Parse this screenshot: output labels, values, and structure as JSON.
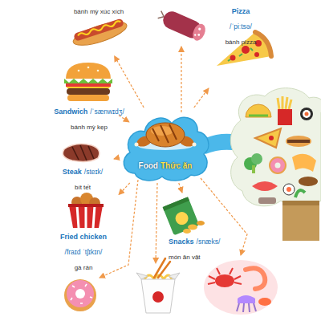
{
  "diagram": {
    "nodes": [
      {
        "text": [
          "Food",
          "Thức ăn"
        ]
      },
      {
        "text": [
          "bánh mỳ xúc xích"
        ]
      },
      {
        "text": [
          "Pizza",
          "/ˈpiːtsə/",
          "bánh pizza"
        ]
      },
      {
        "text": [
          "Sandwich",
          "/ˈsænwɪdʒ/",
          "bánh mỳ kẹp"
        ]
      },
      {
        "text": [
          "Steak",
          "/steɪk/",
          "bít tết"
        ]
      },
      {
        "text": [
          "Fried chicken",
          "/fraɪd ˈtʃɪkɪn/",
          "gà rán"
        ]
      },
      {
        "text": [
          "Snacks",
          "/snæks/",
          "món ăn vặt"
        ]
      }
    ],
    "edges": [
      {
        "from": 0,
        "to": 1,
        "arrow": "to"
      },
      {
        "from": 0,
        "to": 2,
        "arrow": "to"
      },
      {
        "from": 0,
        "to": 3,
        "arrow": "to"
      },
      {
        "from": 0,
        "to": 4,
        "arrow": "to"
      },
      {
        "from": 0,
        "to": 5,
        "arrow": "to"
      },
      {
        "from": 0,
        "to": 6,
        "arrow": "to"
      }
    ]
  }
}
